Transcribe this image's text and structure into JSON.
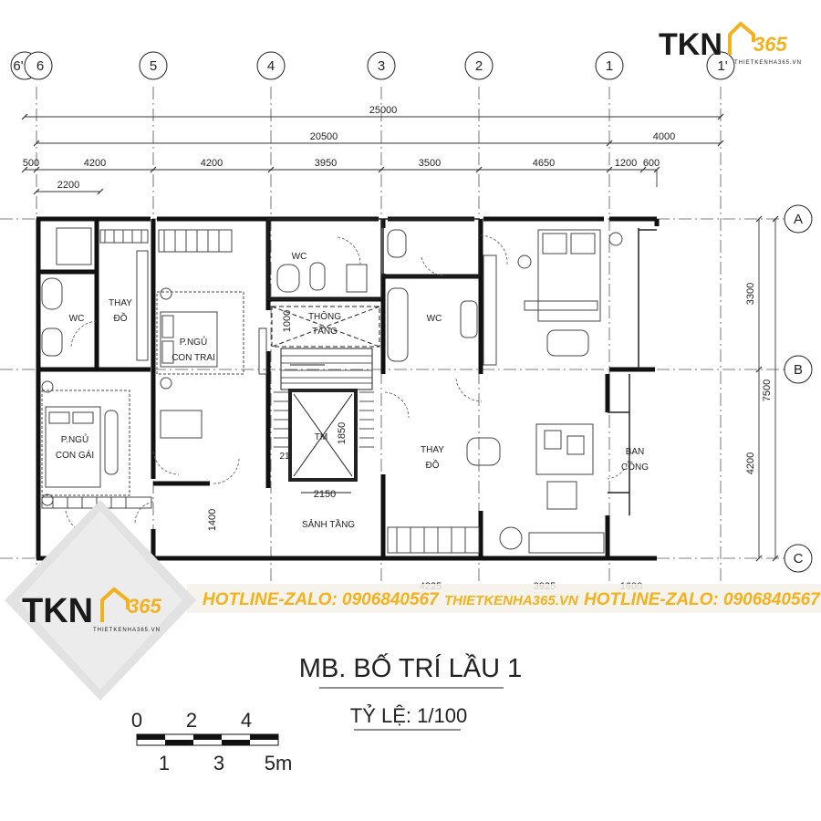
{
  "brand": {
    "logo_text_main": "TKN",
    "logo_text_num": "365",
    "logo_tagline": "THIETKENHA365.VN",
    "color_dark": "#1a1a1a",
    "color_accent": "#f3b21d"
  },
  "banner": {
    "hotline_1": "HOTLINE-ZALO: 0906840567",
    "website": "THIETKENHA365.VN",
    "hotline_2": "HOTLINE-ZALO: 0906840567"
  },
  "grid_axes": {
    "vertical": [
      "6'",
      "6",
      "5",
      "4",
      "3",
      "2",
      "1",
      "1'"
    ],
    "horizontal": [
      "A",
      "B",
      "C"
    ]
  },
  "dimensions": {
    "total": "25000",
    "main": "20500",
    "side": "4000",
    "spans": [
      "500",
      "4200",
      "4200",
      "3950",
      "3500",
      "4650",
      "1200",
      "600"
    ],
    "sub_span": "2200",
    "right_total": "7500",
    "right_spans": [
      "3300",
      "4200"
    ],
    "bottom": [
      "4225",
      "3925",
      "1600"
    ],
    "stair_width": "2150",
    "stair_depth": "1850",
    "void_depth": "1000",
    "lobby_depth": "1400"
  },
  "rooms": {
    "wc_left": "WC",
    "thay_do_left_1": "THAY",
    "thay_do_left_2": "ĐỒ",
    "bed_son_1": "P.NGỦ",
    "bed_son_2": "CON TRAI",
    "bed_daughter_1": "P.NGỦ",
    "bed_daughter_2": "CON GÁI",
    "wc_center": "WC",
    "thong_tang_1": "THÔNG",
    "thong_tang_2": "TẦNG",
    "wc_right": "WC",
    "thay_do_right_1": "THAY",
    "thay_do_right_2": "ĐỒ",
    "ban_cong_1": "BAN",
    "ban_cong_2": "CÔNG",
    "elevator": "TM",
    "lobby": "SẢNH TẦNG",
    "stair_mark": "21"
  },
  "title": {
    "main": "MB. BỐ TRÍ LẦU 1",
    "scale": "TỶ LỆ: 1/100"
  },
  "scale_bar": {
    "top_labels": [
      "0",
      "2",
      "4"
    ],
    "bottom_labels": [
      "1",
      "3",
      "5m"
    ]
  }
}
